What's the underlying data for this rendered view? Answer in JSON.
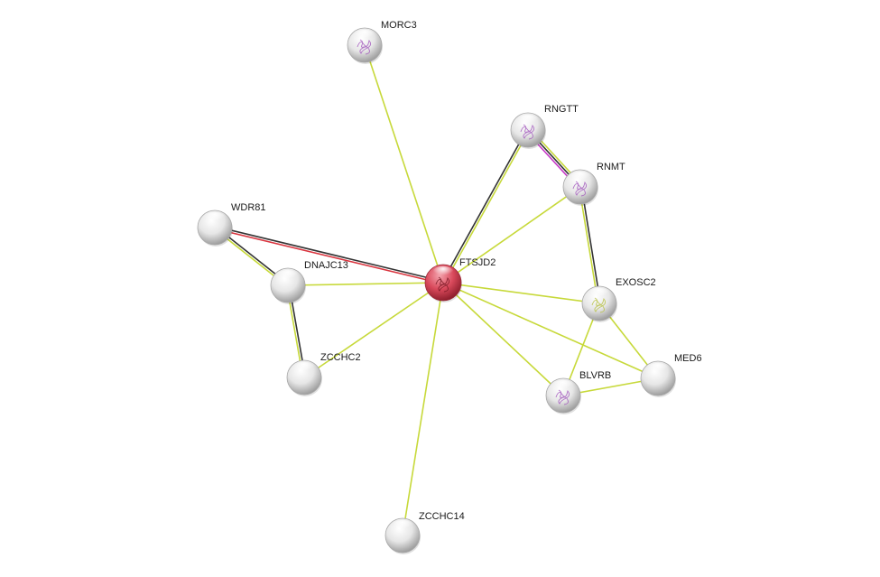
{
  "nodes": [
    {
      "id": "FTSJD2",
      "label": "FTSJD2",
      "query": true,
      "structure": true
    },
    {
      "id": "MORC3",
      "label": "MORC3",
      "query": false,
      "structure": true
    },
    {
      "id": "RNGTT",
      "label": "RNGTT",
      "query": false,
      "structure": true
    },
    {
      "id": "RNMT",
      "label": "RNMT",
      "query": false,
      "structure": true
    },
    {
      "id": "WDR81",
      "label": "WDR81",
      "query": false,
      "structure": false
    },
    {
      "id": "DNAJC13",
      "label": "DNAJC13",
      "query": false,
      "structure": false
    },
    {
      "id": "EXOSC2",
      "label": "EXOSC2",
      "query": false,
      "structure": true
    },
    {
      "id": "ZCCHC2",
      "label": "ZCCHC2",
      "query": false,
      "structure": false
    },
    {
      "id": "MED6",
      "label": "MED6",
      "query": false,
      "structure": false
    },
    {
      "id": "BLVRB",
      "label": "BLVRB",
      "query": false,
      "structure": true
    },
    {
      "id": "ZCCHC14",
      "label": "ZCCHC14",
      "query": false,
      "structure": false
    }
  ],
  "edges": [
    {
      "source": "FTSJD2",
      "target": "MORC3",
      "evidence": [
        "textmining"
      ]
    },
    {
      "source": "FTSJD2",
      "target": "RNGTT",
      "evidence": [
        "coexpression",
        "textmining"
      ]
    },
    {
      "source": "FTSJD2",
      "target": "RNMT",
      "evidence": [
        "textmining"
      ]
    },
    {
      "source": "FTSJD2",
      "target": "WDR81",
      "evidence": [
        "experiments",
        "coexpression"
      ]
    },
    {
      "source": "FTSJD2",
      "target": "DNAJC13",
      "evidence": [
        "textmining"
      ]
    },
    {
      "source": "FTSJD2",
      "target": "ZCCHC2",
      "evidence": [
        "textmining"
      ]
    },
    {
      "source": "FTSJD2",
      "target": "ZCCHC14",
      "evidence": [
        "textmining"
      ]
    },
    {
      "source": "FTSJD2",
      "target": "EXOSC2",
      "evidence": [
        "textmining"
      ]
    },
    {
      "source": "FTSJD2",
      "target": "BLVRB",
      "evidence": [
        "textmining"
      ]
    },
    {
      "source": "FTSJD2",
      "target": "MED6",
      "evidence": [
        "textmining"
      ]
    },
    {
      "source": "RNGTT",
      "target": "RNMT",
      "evidence": [
        "textmining",
        "coexpression",
        "experiments"
      ]
    },
    {
      "source": "RNMT",
      "target": "EXOSC2",
      "evidence": [
        "coexpression",
        "textmining"
      ]
    },
    {
      "source": "WDR81",
      "target": "DNAJC13",
      "evidence": [
        "coexpression",
        "textmining"
      ]
    },
    {
      "source": "DNAJC13",
      "target": "ZCCHC2",
      "evidence": [
        "coexpression",
        "textmining"
      ]
    },
    {
      "source": "EXOSC2",
      "target": "BLVRB",
      "evidence": [
        "textmining"
      ]
    },
    {
      "source": "EXOSC2",
      "target": "MED6",
      "evidence": [
        "textmining"
      ]
    },
    {
      "source": "BLVRB",
      "target": "MED6",
      "evidence": [
        "textmining"
      ]
    }
  ],
  "evidence_colors": {
    "textmining": "#c7d93a",
    "coexpression": "#333333",
    "experiments": "#d9353f",
    "experiments_magenta": "#c637c6"
  },
  "colors": {
    "query_node": "#d94a5a",
    "other_node": "#e4e4e4"
  }
}
